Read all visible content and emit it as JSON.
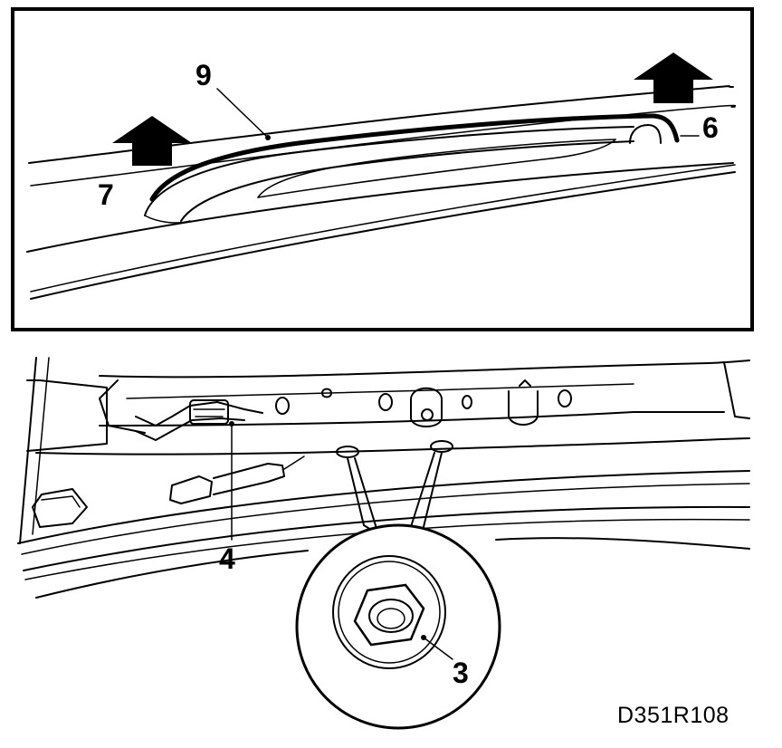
{
  "figure": {
    "code": "D351R108"
  },
  "callouts": {
    "c9": "9",
    "c6": "6",
    "c7": "7",
    "c4": "4",
    "c3": "3"
  },
  "colors": {
    "ink": "#000000",
    "paper": "#ffffff"
  }
}
